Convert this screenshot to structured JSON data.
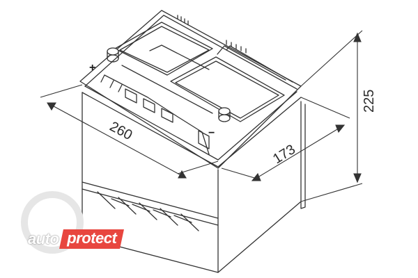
{
  "diagram": {
    "dimensions": {
      "length": "260",
      "width": "173",
      "height": "225"
    },
    "terminals": {
      "positive": "+",
      "negative": "−"
    },
    "watermark": {
      "auto": "auto",
      "protect": "protect"
    },
    "colors": {
      "line": "#333333",
      "watermark_accent": "#e8463f"
    }
  }
}
